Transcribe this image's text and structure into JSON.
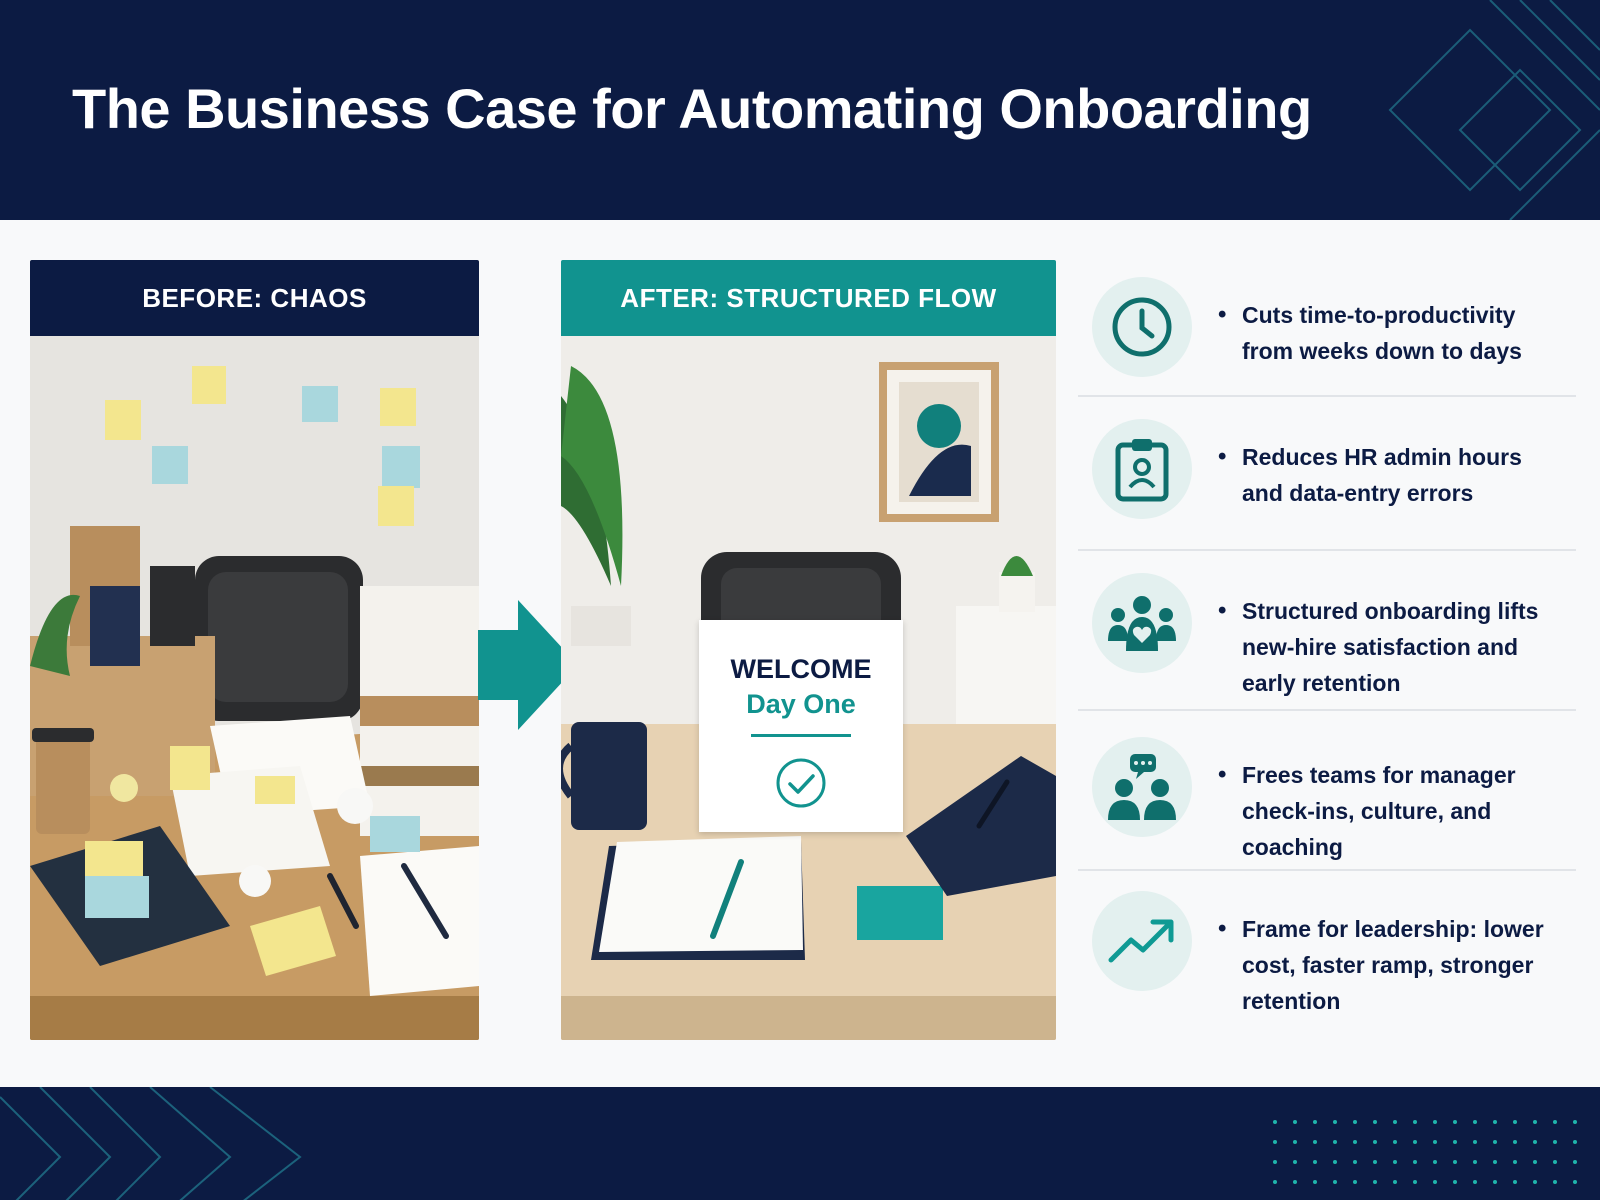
{
  "title": "The Business Case for Automating Onboarding",
  "before": {
    "label": "BEFORE: CHAOS"
  },
  "after": {
    "label": "AFTER: STRUCTURED FLOW",
    "sign_line1": "WELCOME",
    "sign_line2": "Day One"
  },
  "benefits": [
    {
      "icon": "clock-icon",
      "text": "Cuts time-to-productivity from weeks down to days"
    },
    {
      "icon": "clipboard-user-icon",
      "text": "Reduces HR admin hours and data-entry errors"
    },
    {
      "icon": "team-heart-icon",
      "text": "Structured onboarding lifts new-hire satisfaction and early retention"
    },
    {
      "icon": "chat-people-icon",
      "text": "Frees teams for manager check-ins, culture, and coaching"
    },
    {
      "icon": "trend-up-icon",
      "text": "Frame for leadership: lower cost, faster ramp, stronger retention"
    }
  ],
  "colors": {
    "navy": "#0c1b43",
    "teal": "#11938f",
    "icon_bg": "#e3f0ef"
  }
}
